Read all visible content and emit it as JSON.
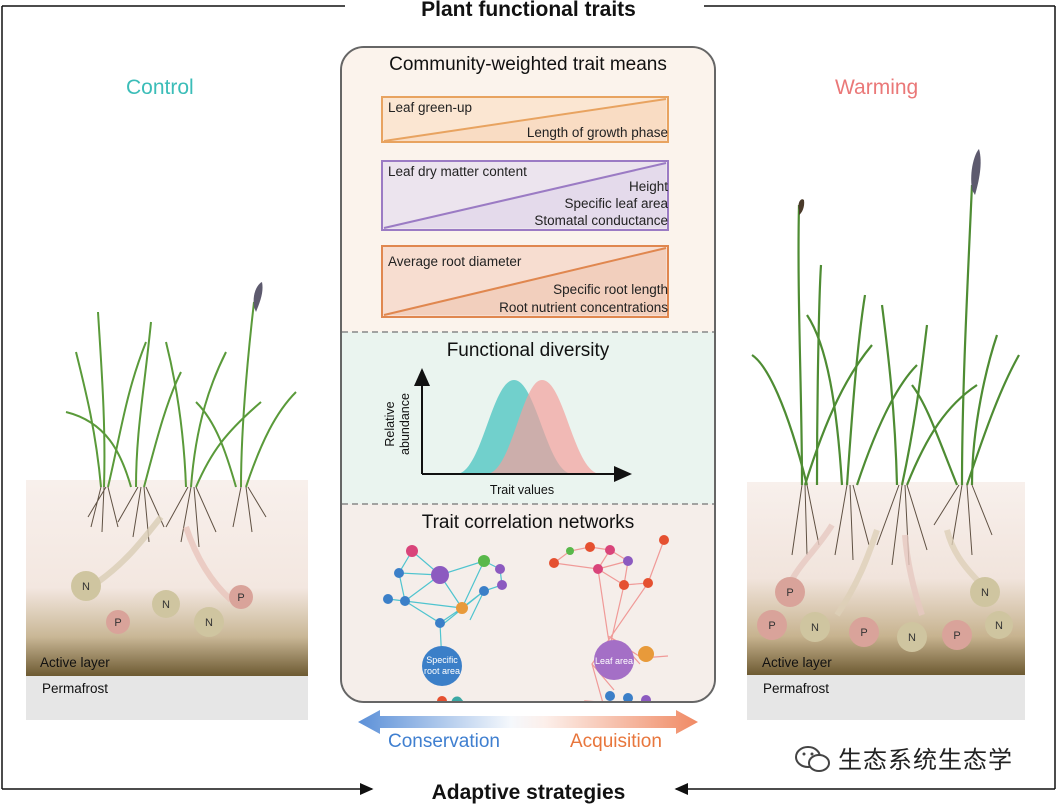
{
  "title": "Plant functional traits",
  "bottom_title": "Adaptive strategies",
  "left_panel": {
    "label": "Control",
    "active_layer": "Active layer",
    "permafrost": "Permafrost",
    "nutrients": [
      "N",
      "P",
      "N",
      "N",
      "P"
    ]
  },
  "right_panel": {
    "label": "Warming",
    "active_layer": "Active layer",
    "permafrost": "Permafrost",
    "nutrients": [
      "P",
      "P",
      "N",
      "P",
      "N",
      "P",
      "N",
      "N"
    ]
  },
  "central": {
    "cwm": {
      "title": "Community-weighted trait means",
      "groups": [
        {
          "top": [
            "Leaf green-up"
          ],
          "bottom": [
            "Length of growth phase"
          ]
        },
        {
          "top": [
            "Leaf dry matter content"
          ],
          "bottom": [
            "Height",
            "Specific leaf area",
            "Stomatal conductance"
          ]
        },
        {
          "top": [
            "Average root diameter"
          ],
          "bottom": [
            "Specific root length",
            "Root nutrient concentrations"
          ]
        }
      ]
    },
    "fd": {
      "title": "Functional diversity",
      "ylabel": "Relative\nabundance",
      "ylabel_line1": "Relative",
      "ylabel_line2": "abundance",
      "xlabel": "Trait values"
    },
    "tcn": {
      "title": "Trait correlation networks",
      "left_hub": "Specific root area",
      "left_hub_line1": "Specific",
      "left_hub_line2": "root area",
      "right_hub": "Leaf area"
    }
  },
  "strategies": {
    "conservation": "Conservation",
    "acquisition": "Acquisition"
  },
  "watermark": "生态系统生态学",
  "colors": {
    "control": "#3bbdb8",
    "warming": "#ea7878",
    "conservation": "#3f7fd0",
    "acquisition": "#e8763c",
    "orange_box": "#e8a360",
    "purple_box": "#9b7bc4",
    "root_box": "#e0874f"
  }
}
